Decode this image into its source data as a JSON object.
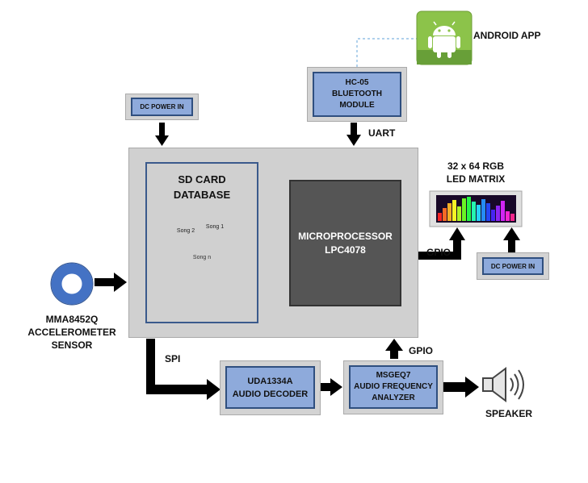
{
  "android_app": {
    "label": "ANDROID APP",
    "icon": "android-icon",
    "color": "#8cc34a"
  },
  "hc05": {
    "line1": "HC-05",
    "line2": "BLUETOOTH",
    "line3": "MODULE"
  },
  "uart": "UART",
  "dc_power_top": "DC POWER IN",
  "dc_power_right": "DC POWER IN",
  "sd_card": {
    "line1": "SD CARD",
    "line2": "DATABASE",
    "songs": [
      "Song 2",
      "Song 1",
      "Song n"
    ]
  },
  "microprocessor": {
    "line1": "MICROPROCESSOR",
    "line2": "LPC4078"
  },
  "led_matrix": {
    "line1": "32 x 64 RGB",
    "line2": "LED MATRIX"
  },
  "gpio_right": "GPIO",
  "gpio_bottom": "GPIO",
  "sensor": {
    "line1": "MMA8452Q",
    "line2": "ACCELEROMETER",
    "line3": "SENSOR"
  },
  "spi": "SPI",
  "decoder": {
    "line1": "UDA1334A",
    "line2": "AUDIO DECODER"
  },
  "analyzer": {
    "line1": "MSGEQ7",
    "line2": "AUDIO FREQUENCY",
    "line3": "ANALYZER"
  },
  "speaker": {
    "label": "SPEAKER",
    "icon": "speaker-icon"
  },
  "colors": {
    "box_fill": "#8eaadb",
    "outer_fill": "#d3d3d3",
    "cpu_fill": "#555555",
    "sensor_ring": "#4472c4"
  }
}
